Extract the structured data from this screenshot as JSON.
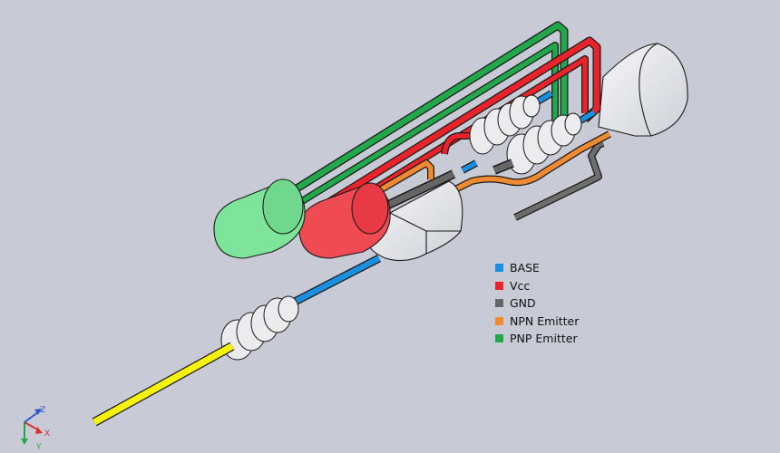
{
  "legend": [
    {
      "label": "BASE",
      "color": "#1b8fe0"
    },
    {
      "label": "Vcc",
      "color": "#e8232a"
    },
    {
      "label": "GND",
      "color": "#666666"
    },
    {
      "label": "NPN Emitter",
      "color": "#f08a32"
    },
    {
      "label": "PNP Emitter",
      "color": "#22a84a"
    }
  ],
  "triad": {
    "z_label": "Z",
    "x_label": "X",
    "y_label": "Y"
  },
  "colors": {
    "background": "#c8cbd6",
    "yellow_lead": "#f7f20a",
    "green_led": "#7ee49a",
    "red_led": "#f04a52",
    "part_body": "#e9eaee",
    "outline": "#1a1a1a"
  },
  "parts": [
    "green-led",
    "red-led",
    "npn-transistor-body",
    "resistor",
    "resistor-2",
    "resistor-3",
    "rear-connector-body",
    "yellow-lead"
  ]
}
